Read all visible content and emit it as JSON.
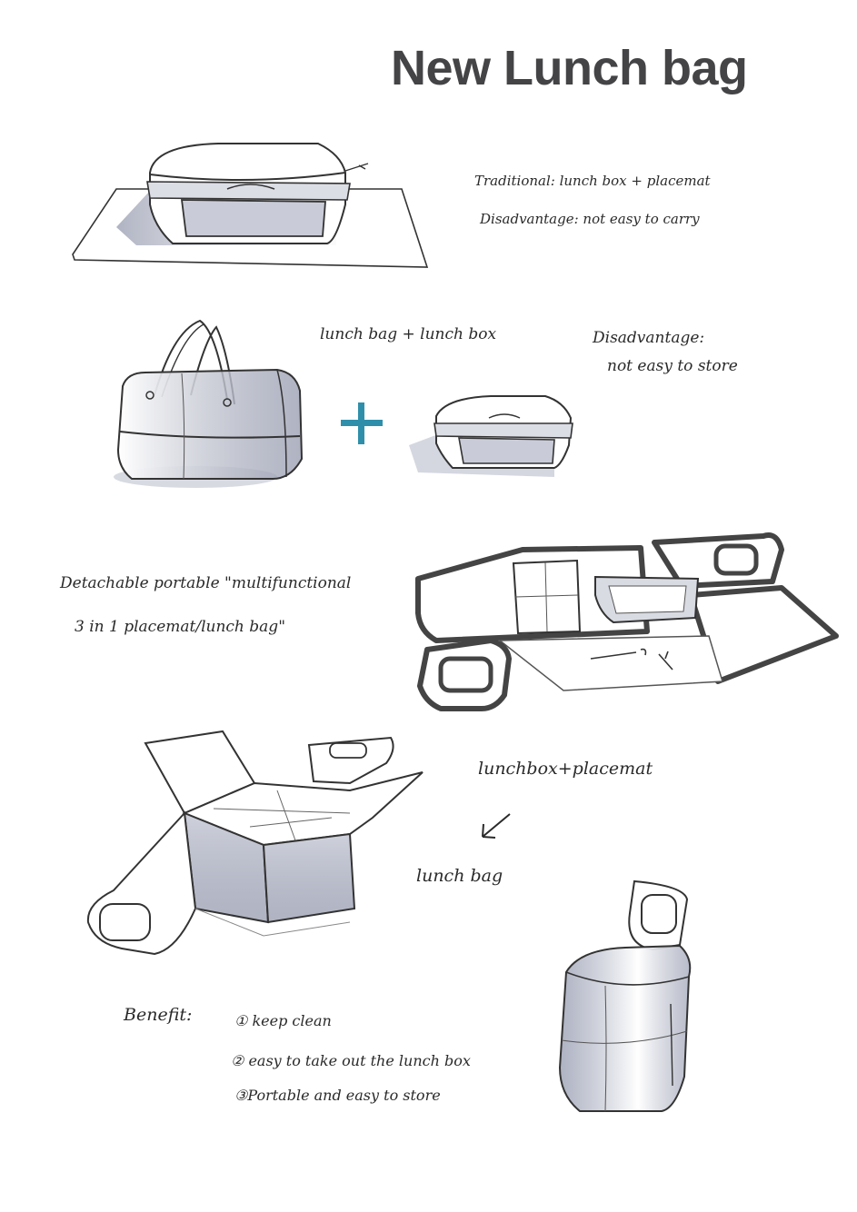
{
  "title": "New Lunch bag",
  "notes": {
    "traditional": "Traditional: lunch box + placemat",
    "disadvantage_carry": "Disadvantage: not easy to carry",
    "bag_plus_box": "lunch bag + lunch box",
    "disadvantage_store_1": "Disadvantage:",
    "disadvantage_store_2": "not easy to store",
    "detachable_1": "Detachable portable \"multifunctional",
    "detachable_2": "3 in 1 placemat/lunch bag\"",
    "lunchbox_placemat": "lunchbox+placemat",
    "lunch_bag": "lunch bag",
    "benefit_label": "Benefit:",
    "benefit_1": "keep clean",
    "benefit_2": "easy to take out the lunch box",
    "benefit_3": "Portable and easy to store"
  },
  "colors": {
    "ink": "#2a2a2a",
    "title": "#444447",
    "accent": "#2f8fab",
    "shade": "#8e93a8"
  }
}
